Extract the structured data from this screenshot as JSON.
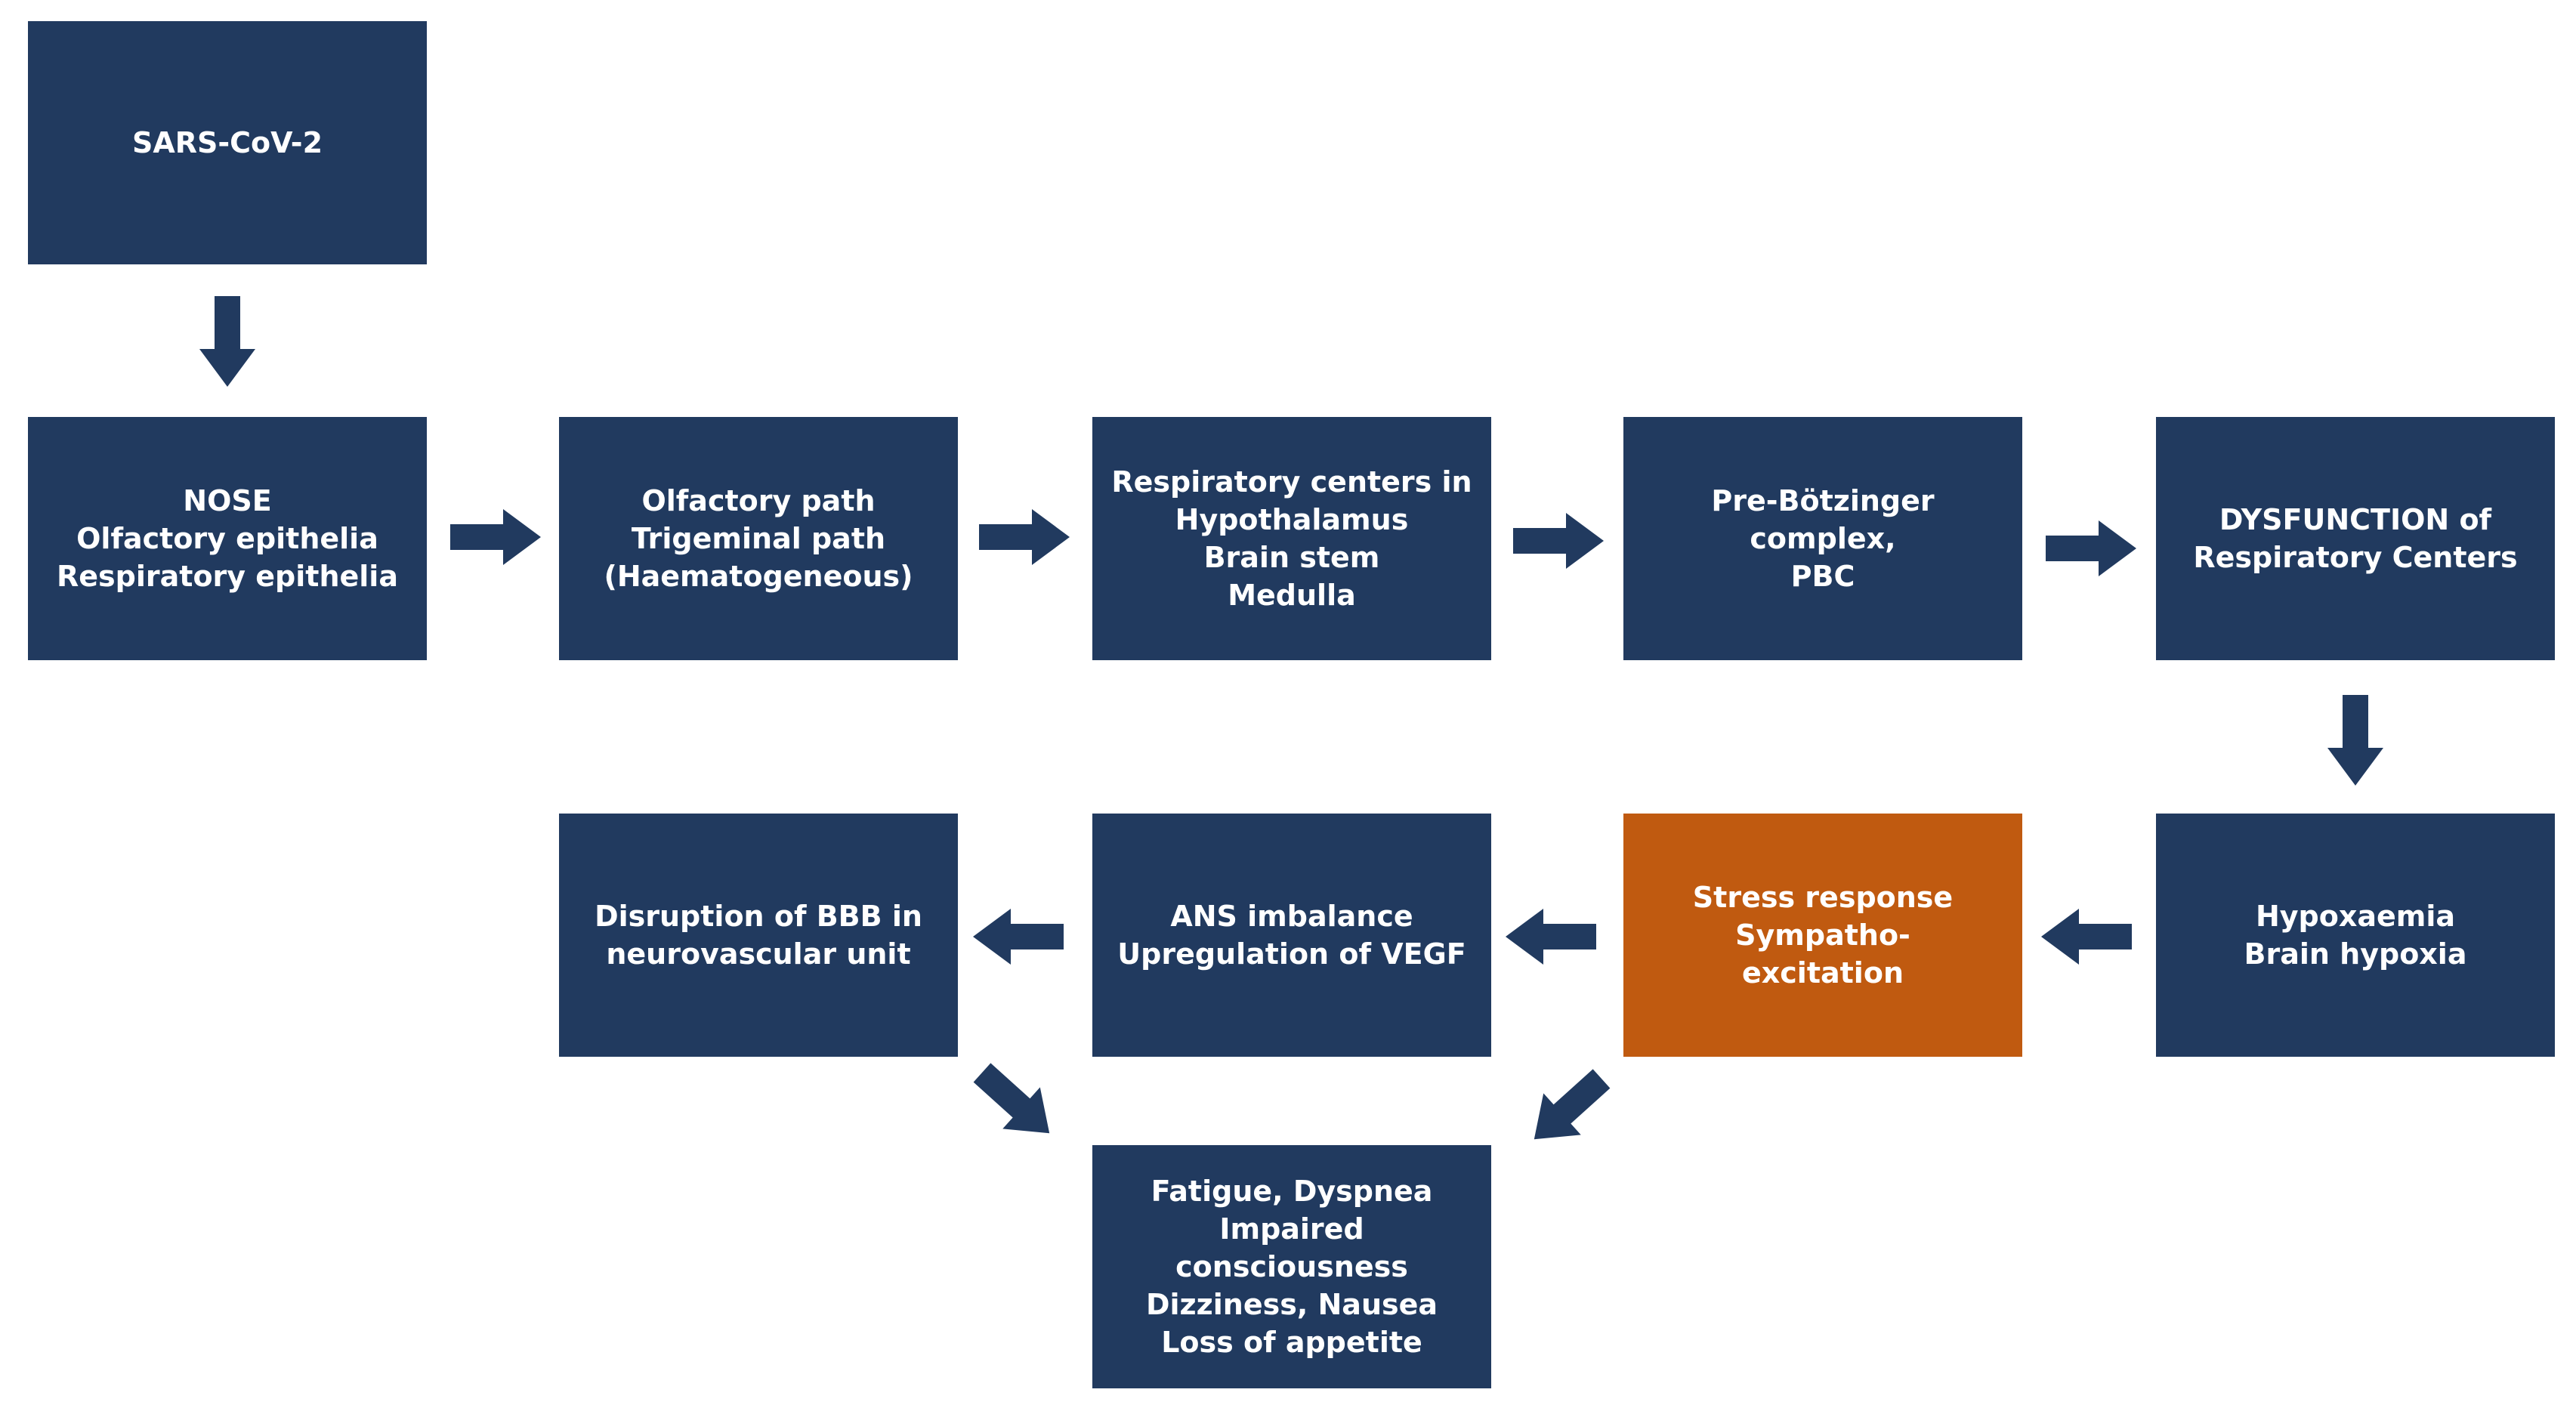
{
  "colors": {
    "box": "#213a5f",
    "accent": "#c05a10",
    "arrow": "#213a5f",
    "text": "#ffffff",
    "background": "#ffffff"
  },
  "boxes": {
    "sars": {
      "lines": [
        "SARS-CoV-2"
      ]
    },
    "nose": {
      "lines": [
        "NOSE",
        "Olfactory epithelia",
        "Respiratory epithelia"
      ]
    },
    "path": {
      "lines": [
        "Olfactory path",
        "Trigeminal path",
        "(Haematogeneous)"
      ]
    },
    "centers": {
      "lines": [
        "Respiratory centers in",
        "Hypothalamus",
        "Brain stem",
        "Medulla"
      ]
    },
    "pbc": {
      "lines": [
        "Pre-Bötzinger complex,",
        "PBC"
      ]
    },
    "dysfunction": {
      "lines": [
        "DYSFUNCTION of",
        "Respiratory Centers"
      ]
    },
    "hypoxia": {
      "lines": [
        "Hypoxaemia",
        "Brain hypoxia"
      ]
    },
    "stress": {
      "lines": [
        "Stress response",
        "Sympatho-",
        "excitation"
      ]
    },
    "ans": {
      "lines": [
        "ANS imbalance",
        "Upregulation of VEGF"
      ]
    },
    "bbb": {
      "lines": [
        "Disruption of BBB in",
        "neurovascular unit"
      ]
    },
    "symptoms": {
      "lines": [
        "Fatigue, Dyspnea",
        "Impaired consciousness",
        "Dizziness, Nausea",
        "Loss of appetite"
      ]
    }
  },
  "connectors": [
    {
      "from": "sars",
      "to": "nose",
      "direction": "down"
    },
    {
      "from": "nose",
      "to": "path",
      "direction": "right"
    },
    {
      "from": "path",
      "to": "centers",
      "direction": "right"
    },
    {
      "from": "centers",
      "to": "pbc",
      "direction": "right"
    },
    {
      "from": "pbc",
      "to": "dysfunction",
      "direction": "right"
    },
    {
      "from": "dysfunction",
      "to": "hypoxia",
      "direction": "down"
    },
    {
      "from": "hypoxia",
      "to": "stress",
      "direction": "left"
    },
    {
      "from": "stress",
      "to": "ans",
      "direction": "left"
    },
    {
      "from": "ans",
      "to": "bbb",
      "direction": "left"
    },
    {
      "from": "bbb",
      "to": "symptoms",
      "direction": "down-right"
    },
    {
      "from": "stress",
      "to": "symptoms",
      "direction": "down-left"
    }
  ]
}
